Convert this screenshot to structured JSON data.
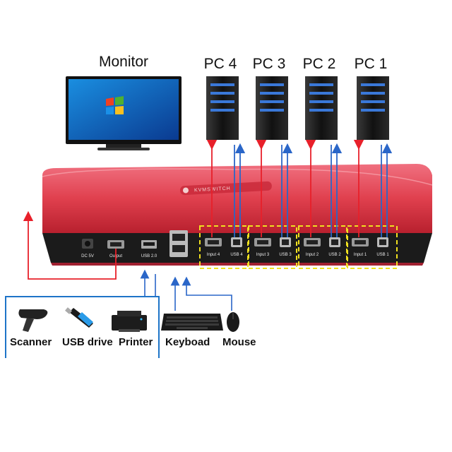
{
  "labels": {
    "monitor": "Monitor",
    "pcs": [
      "PC 4",
      "PC 3",
      "PC 2",
      "PC 1"
    ],
    "peripherals": [
      "Scanner",
      "USB drive",
      "Printer",
      "Keyboad",
      "Mouse"
    ]
  },
  "device": {
    "brand": "KVMSWITCH",
    "ports": {
      "dc": "DC 5V",
      "output": "Output",
      "usb20": "USB 2.0",
      "inputs": [
        "Input 4",
        "Input 3",
        "Input 2",
        "Input 1"
      ],
      "usbs": [
        "USB 4",
        "USB 3",
        "USB 2",
        "USB 1"
      ]
    }
  },
  "colors": {
    "body": "#e0404e",
    "body_dark": "#b8202e",
    "panel": "#1b1b1b",
    "video_line": "#e8202a",
    "usb_line": "#2a66c8",
    "highlight": "#f0e020",
    "box": "#1e74c8"
  },
  "icons": [
    "monitor-icon",
    "server-tower-icon",
    "scanner-icon",
    "usb-drive-icon",
    "printer-icon",
    "keyboard-icon",
    "mouse-icon"
  ]
}
